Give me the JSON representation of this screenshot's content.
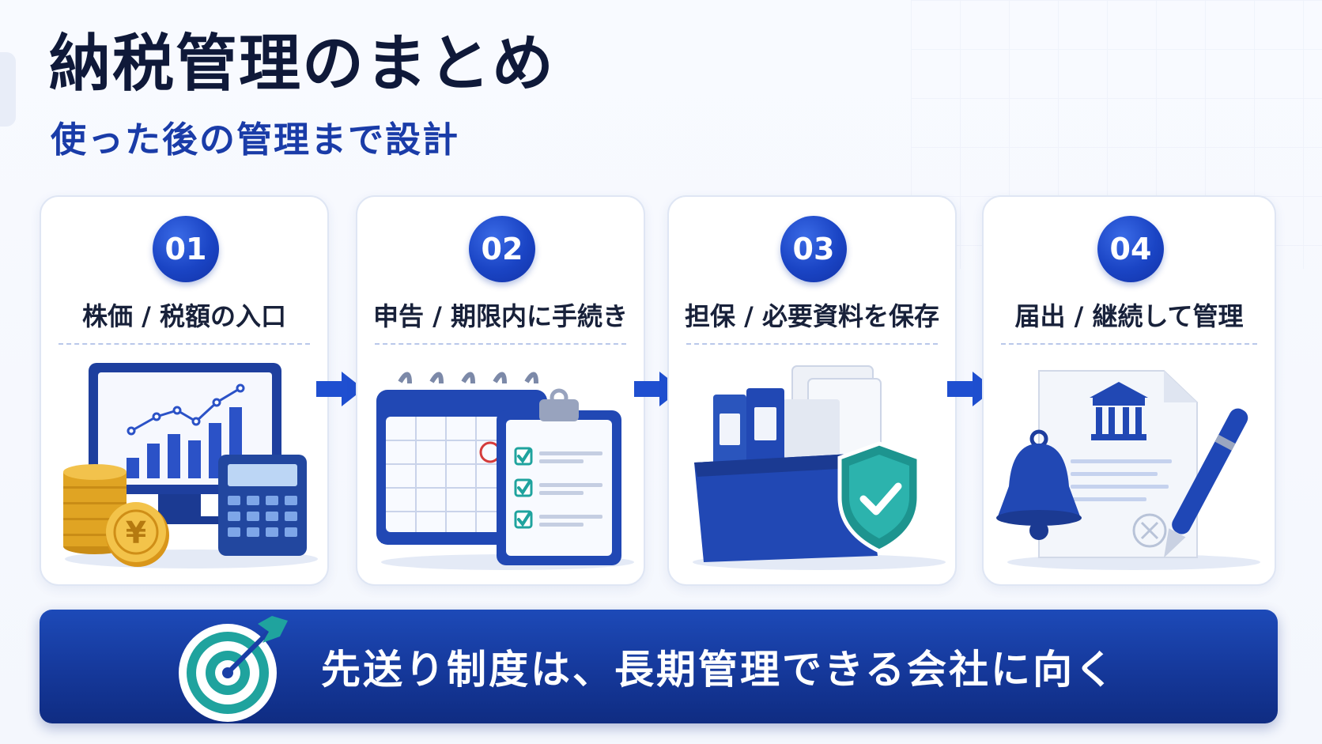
{
  "header": {
    "title": "納税管理のまとめ",
    "subtitle": "使った後の管理まで設計"
  },
  "steps": [
    {
      "number": "01",
      "label": "株価 / 税額の入口",
      "icon": "monitor-chart-coins-calculator-icon"
    },
    {
      "number": "02",
      "label": "申告 / 期限内に手続き",
      "icon": "calendar-checklist-icon"
    },
    {
      "number": "03",
      "label": "担保 / 必要資料を保存",
      "icon": "document-box-shield-icon"
    },
    {
      "number": "04",
      "label": "届出 / 継続して管理",
      "icon": "document-bell-pen-icon"
    }
  ],
  "banner": {
    "text": "先送り制度は、長期管理できる会社に向く",
    "icon": "target-arrow-icon"
  },
  "colors": {
    "primary": "#1a44c4",
    "navy": "#0f1939",
    "subtitle": "#1a3ca8",
    "banner": "#15389a",
    "teal": "#1fa39e",
    "gold": "#e8b430"
  }
}
